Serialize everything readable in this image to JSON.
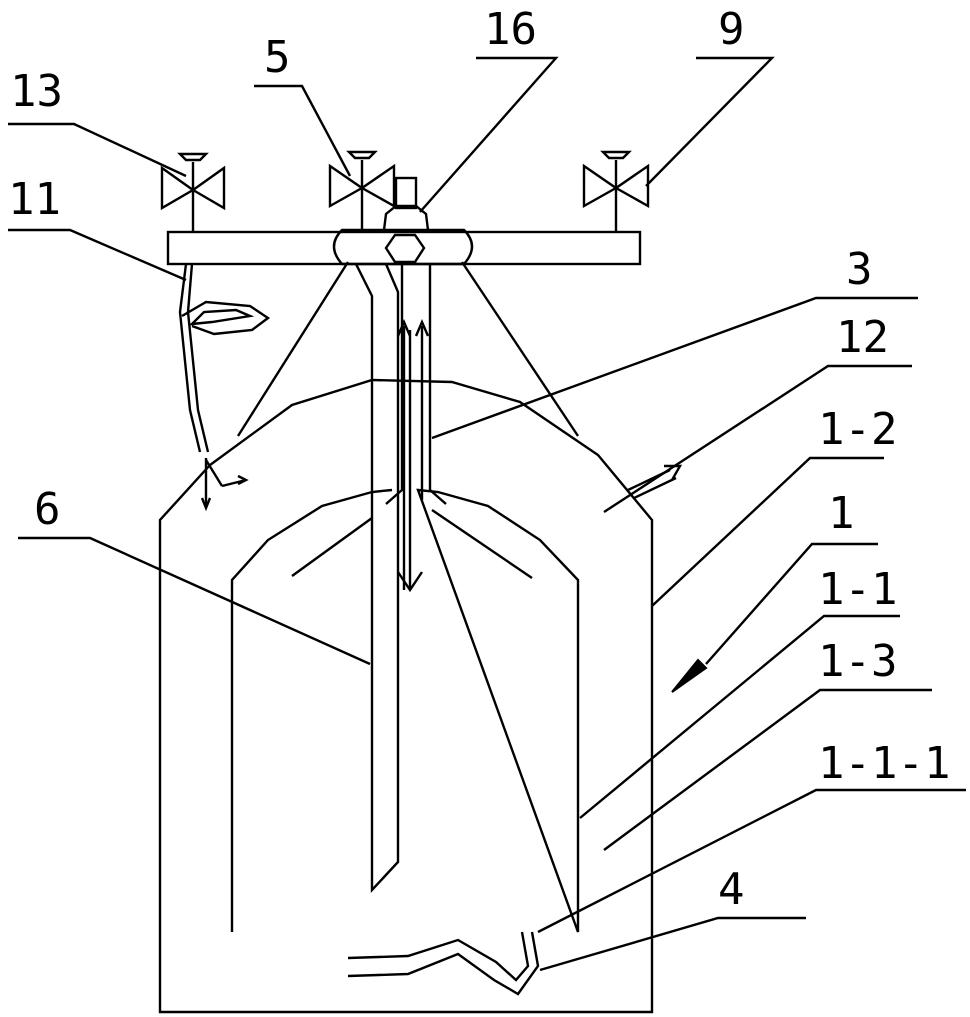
{
  "labels": {
    "l13": "13",
    "l5": "5",
    "l16": "16",
    "l9": "9",
    "l11": "11",
    "l3": "3",
    "l12": "12",
    "l1_2": "1-2",
    "l6": "6",
    "l1": "1",
    "l1_1": "1-1",
    "l1_3": "1-3",
    "l1_1_1": "1-1-1",
    "l4": "4"
  }
}
